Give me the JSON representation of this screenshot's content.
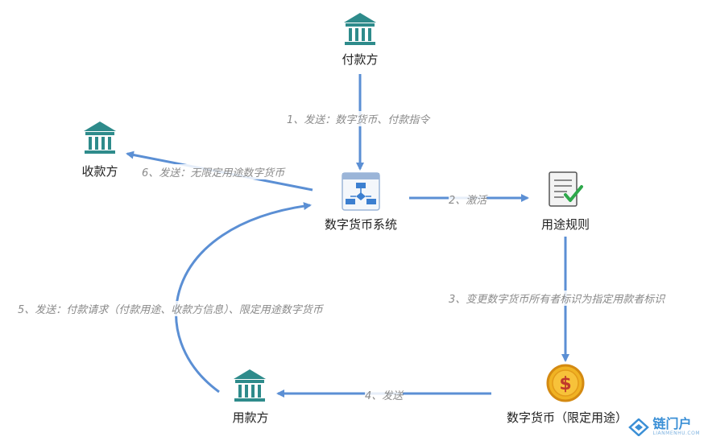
{
  "nodes": {
    "payer": {
      "label": "付款方"
    },
    "payee": {
      "label": "收款方"
    },
    "system": {
      "label": "数字货币系统"
    },
    "rules": {
      "label": "用途规则"
    },
    "user": {
      "label": "用款方"
    },
    "currency": {
      "label": "数字货币（限定用途）"
    }
  },
  "edges": {
    "e1": {
      "label": "1、发送：数字货币、付款指令"
    },
    "e2": {
      "label": "2、激活"
    },
    "e3": {
      "label": "3、变更数字货币所有者标识为指定用款者标识"
    },
    "e4": {
      "label": "4、发送"
    },
    "e5": {
      "label": "5、发送：付款请求（付款用途、收款方信息）、限定用途数字货币"
    },
    "e6": {
      "label": "6、发送：无限定用途数字货币"
    }
  },
  "colors": {
    "arrow": "#5b8fd4",
    "bank": "#2e8b8b",
    "coin": "#f0b323",
    "check": "#2da84a"
  },
  "watermark": {
    "text": "链门户",
    "sub": "LIANMENHU.COM"
  }
}
